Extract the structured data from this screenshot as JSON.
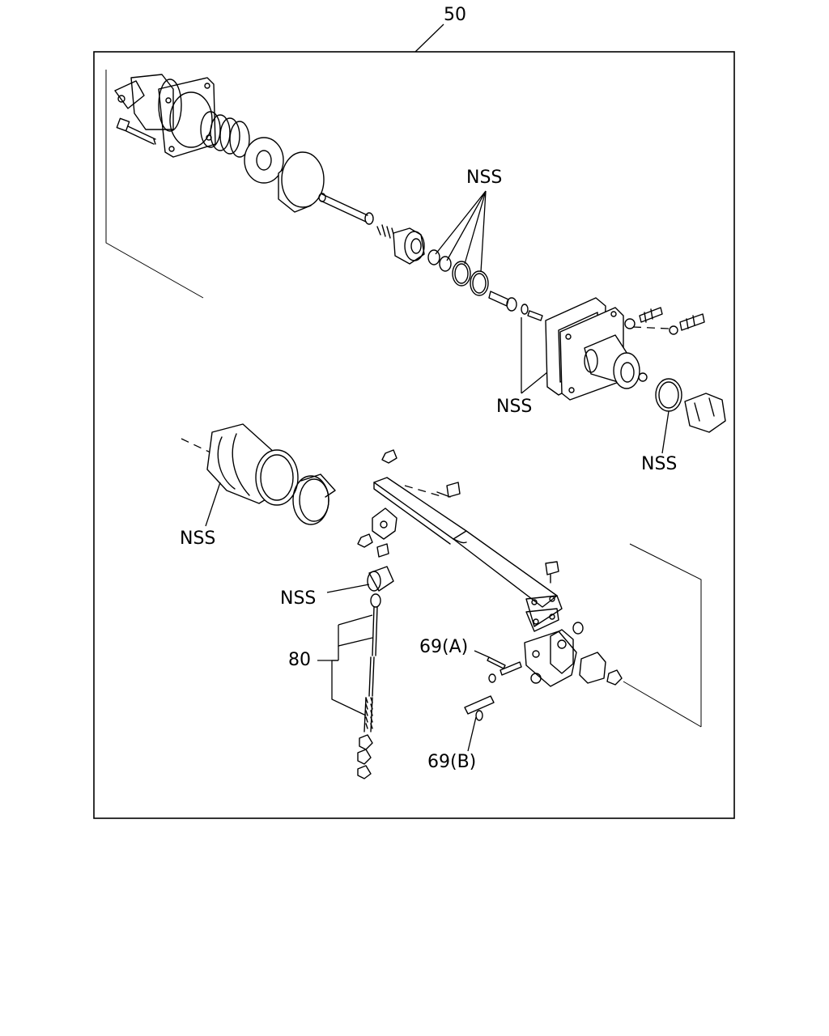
{
  "labels": {
    "assembly": "50",
    "nss_top": "NSS",
    "nss_mid": "NSS",
    "nss_right": "NSS",
    "nss_boot": "NSS",
    "nss_cap": "NSS",
    "rod": "80",
    "pin_a": "69(A)",
    "pin_b": "69(B)"
  }
}
